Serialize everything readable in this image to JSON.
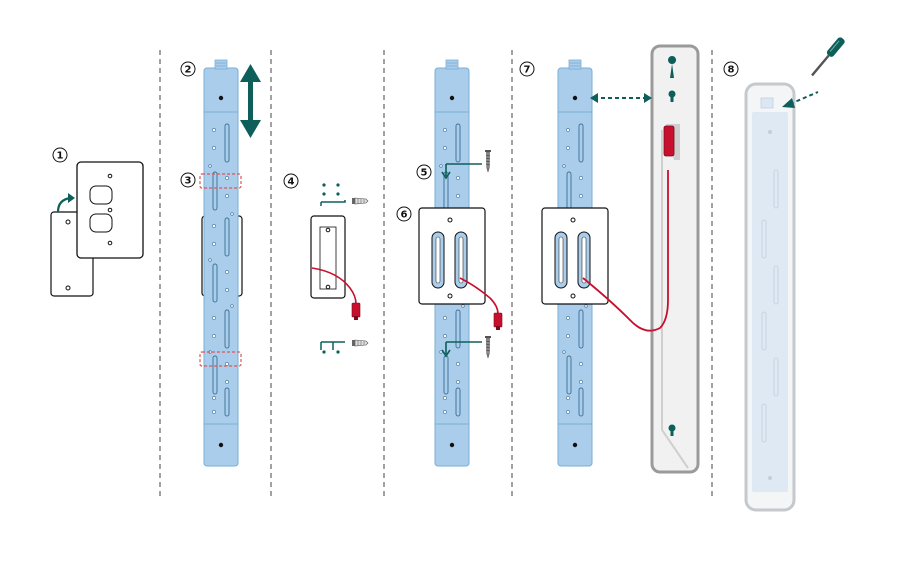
{
  "steps": [
    {
      "number": "1"
    },
    {
      "number": "2"
    },
    {
      "number": "3"
    },
    {
      "number": "4"
    },
    {
      "number": "5"
    },
    {
      "number": "6"
    },
    {
      "number": "7"
    },
    {
      "number": "8"
    }
  ],
  "colors": {
    "rail": "#a9cdea",
    "rail_stroke": "#7aaed6",
    "teal": "#0e5e5a",
    "cable": "#c8102e",
    "guide": "#444444",
    "cover_stroke": "#9a9a9a",
    "cover_fill": "#f1f1f1",
    "marker": "#e05555"
  },
  "icons": [
    "outlet-cover-plate-icon",
    "curved-arrow-icon",
    "double-arrow-icon",
    "screw-icon",
    "anchor-icon",
    "screwdriver-icon",
    "cable-icon"
  ]
}
